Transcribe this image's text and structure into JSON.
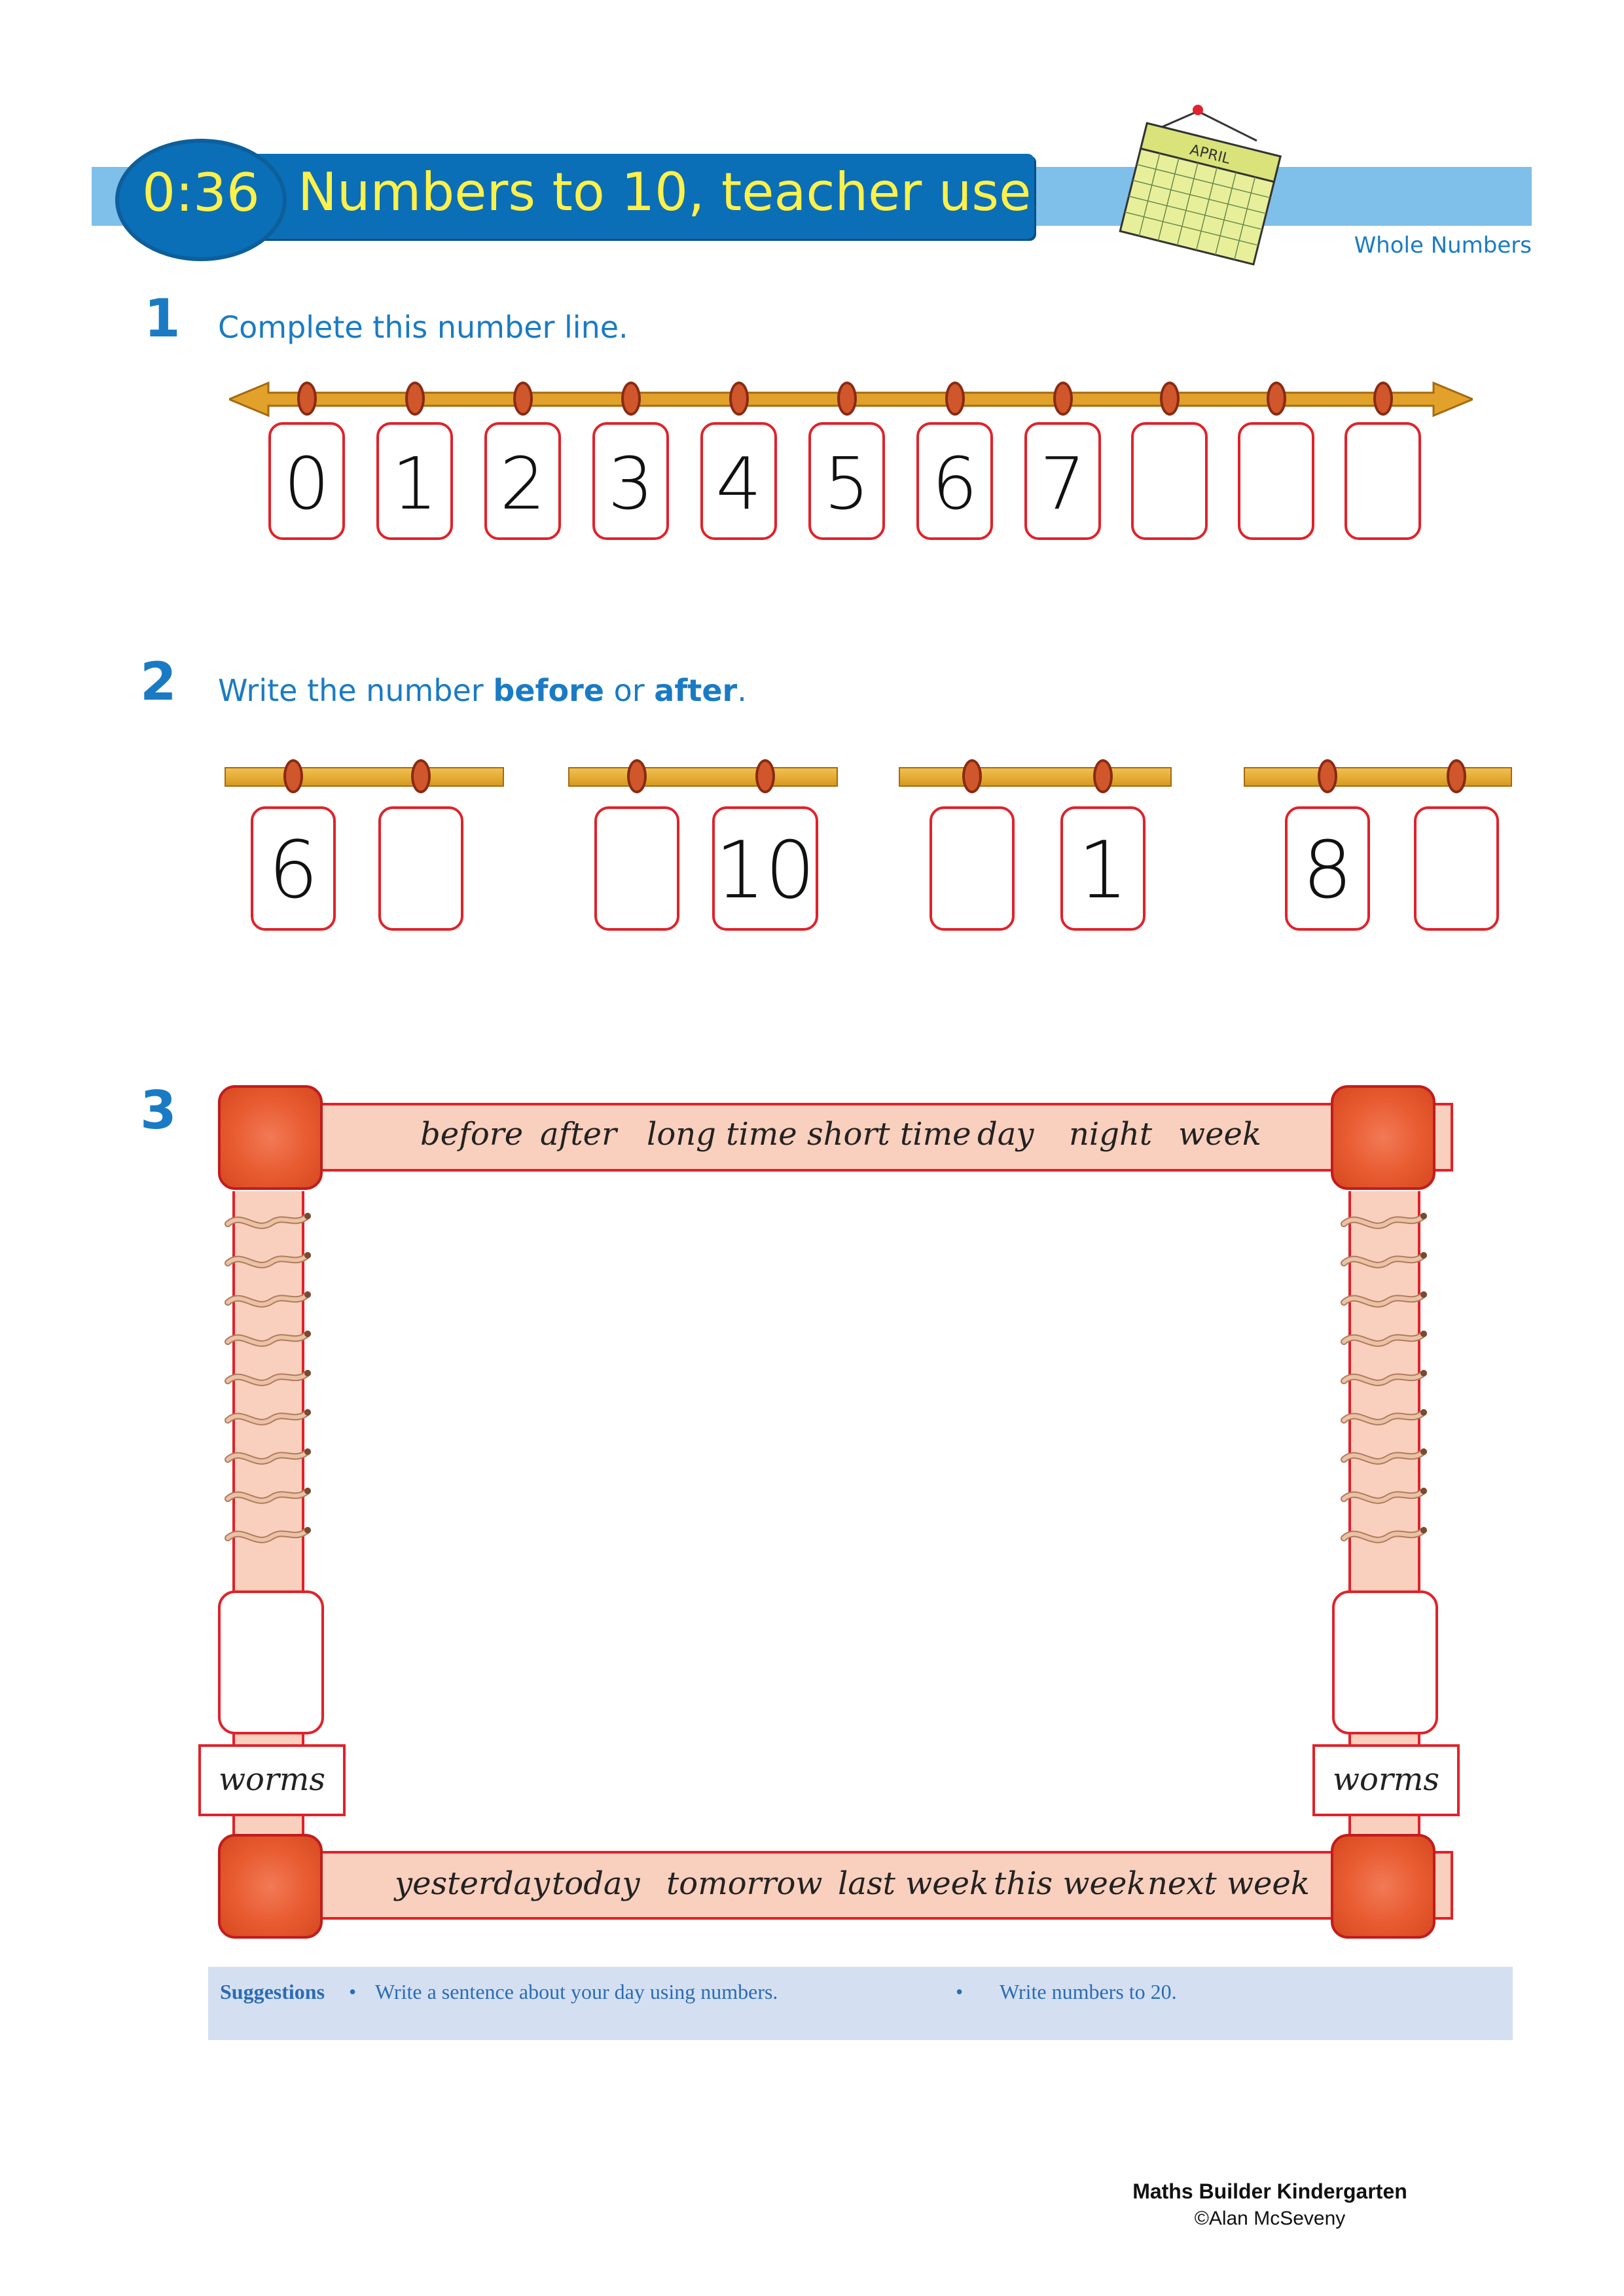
{
  "header": {
    "lesson_code": "0:36",
    "title": "Numbers to 10, teacher use",
    "topic": "Whole Numbers",
    "calendar_label": "APRIL"
  },
  "q1": {
    "number": "1",
    "instruction": "Complete this number line.",
    "cards": [
      "0",
      "1",
      "2",
      "3",
      "4",
      "5",
      "6",
      "7",
      "",
      "",
      ""
    ]
  },
  "q2": {
    "number": "2",
    "instruction_parts": [
      "Write the number ",
      "before",
      " or ",
      "after",
      "."
    ],
    "pairs": [
      [
        "6",
        ""
      ],
      [
        "",
        "10"
      ],
      [
        "",
        "1"
      ],
      [
        "8",
        ""
      ]
    ]
  },
  "q3": {
    "number": "3",
    "top_words": [
      "before",
      "after",
      "long time",
      "short time",
      "day",
      "night",
      "week"
    ],
    "bottom_words": [
      "yesterday",
      "today",
      "tomorrow",
      "last week",
      "this week",
      "next week"
    ],
    "left_label": "worms",
    "right_label": "worms",
    "left_box_value": "",
    "right_box_value": ""
  },
  "suggestions": {
    "heading": "Suggestions",
    "items": [
      "Write a sentence about your day using numbers.",
      "Write numbers to 20."
    ]
  },
  "footer": {
    "book": "Maths Builder Kindergarten",
    "copyright": "©Alan McSeveny"
  },
  "colors": {
    "brand_blue": "#0a6fb6",
    "title_yellow": "#fff04a",
    "card_red": "#e0222a",
    "frame_fill": "#f9cfbd"
  }
}
